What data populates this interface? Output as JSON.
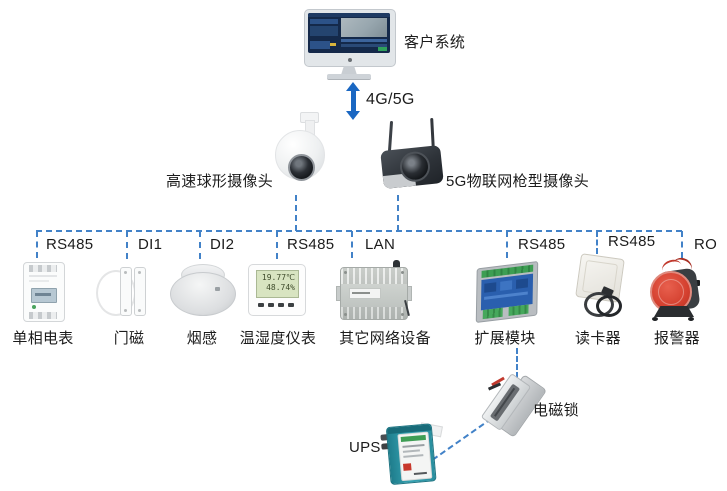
{
  "client_system": {
    "label": "客户系统"
  },
  "uplink": {
    "label": "4G/5G"
  },
  "cameras": {
    "ball": {
      "label": "高速球形摄像头"
    },
    "bullet": {
      "label": "5G物联网枪型摄像头"
    }
  },
  "ports": [
    "RS485",
    "DI1",
    "DI2",
    "RS485",
    "LAN",
    "RS485",
    "RS485",
    "RO"
  ],
  "devices": [
    "单相电表",
    "门磁",
    "烟感",
    "温湿度仪表",
    "其它网络设备",
    "扩展模块",
    "读卡器",
    "报警器"
  ],
  "meter_lcd": {
    "line1": "19.77℃",
    "line2": "48.74%"
  },
  "ups": {
    "label": "UPS"
  },
  "lock": {
    "label": "电磁锁"
  },
  "colors": {
    "dash_line": "#4282c8",
    "arrow": "#1a67c2",
    "alarm_red": "#d4402f",
    "ups_teal": "#2f9aab"
  }
}
